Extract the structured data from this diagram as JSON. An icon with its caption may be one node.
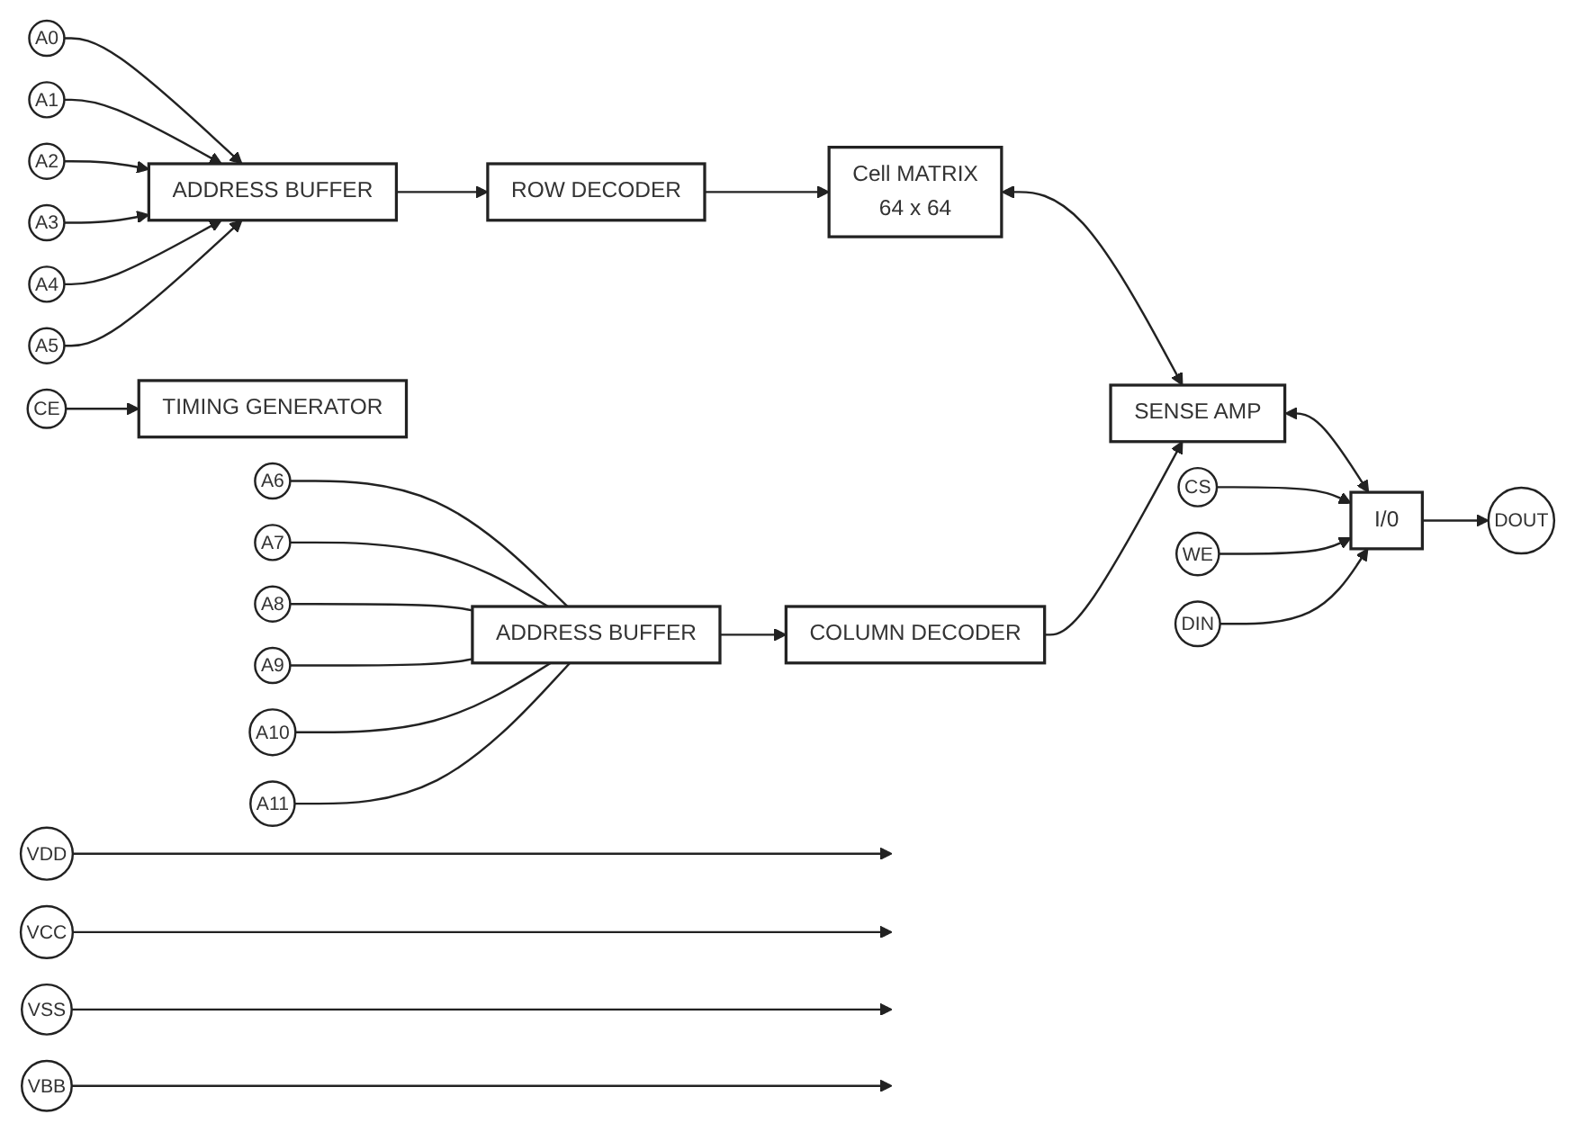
{
  "diagram": {
    "nodes": [
      {
        "text": [
          "A0"
        ]
      },
      {
        "text": [
          "A1"
        ]
      },
      {
        "text": [
          "A2"
        ]
      },
      {
        "text": [
          "A3"
        ]
      },
      {
        "text": [
          "A4"
        ]
      },
      {
        "text": [
          "A5"
        ]
      },
      {
        "text": [
          "ADDRESS BUFFER"
        ]
      },
      {
        "text": [
          "ROW DECODER"
        ]
      },
      {
        "text": [
          "Cell MATRIX",
          "64 x 64"
        ]
      },
      {
        "text": [
          "VDD"
        ]
      },
      {
        "text": [
          "VCC"
        ]
      },
      {
        "text": [
          "VSS"
        ]
      },
      {
        "text": [
          "VBB"
        ]
      },
      {
        "text": [
          "TIMING GENERATOR"
        ]
      },
      {
        "text": [
          "SENSE AMP"
        ]
      },
      {
        "text": [
          "I/0"
        ]
      },
      {
        "text": [
          "CS"
        ]
      },
      {
        "text": [
          "WE"
        ]
      },
      {
        "text": [
          "CE"
        ]
      },
      {
        "text": [
          "COLUMN DECODER"
        ]
      },
      {
        "text": [
          "DIN"
        ]
      },
      {
        "text": [
          "DOUT"
        ]
      },
      {
        "text": [
          "ADDRESS BUFFER"
        ]
      },
      {
        "text": [
          "A6"
        ]
      },
      {
        "text": [
          "A7"
        ]
      },
      {
        "text": [
          "A8"
        ]
      },
      {
        "text": [
          "A9"
        ]
      },
      {
        "text": [
          "A10"
        ]
      },
      {
        "text": [
          "A11"
        ]
      }
    ],
    "edges": [
      {
        "from": 0,
        "to": 6,
        "arrow": "to"
      },
      {
        "from": 1,
        "to": 6,
        "arrow": "to"
      },
      {
        "from": 2,
        "to": 6,
        "arrow": "to"
      },
      {
        "from": 3,
        "to": 6,
        "arrow": "to"
      },
      {
        "from": 4,
        "to": 6,
        "arrow": "to"
      },
      {
        "from": 5,
        "to": 6,
        "arrow": "to"
      },
      {
        "from": 6,
        "to": 7,
        "arrow": "to"
      },
      {
        "from": 7,
        "to": 8,
        "arrow": "to"
      },
      {
        "from": 9,
        "to": null,
        "arrow": "to"
      },
      {
        "from": 10,
        "to": null,
        "arrow": "to"
      },
      {
        "from": 11,
        "to": null,
        "arrow": "to"
      },
      {
        "from": 12,
        "to": null,
        "arrow": "to"
      },
      {
        "from": 8,
        "to": 14,
        "arrow": "both"
      },
      {
        "from": 14,
        "to": 15,
        "arrow": "both"
      },
      {
        "from": 16,
        "to": 15,
        "arrow": "to"
      },
      {
        "from": 17,
        "to": 15,
        "arrow": "to"
      },
      {
        "from": 18,
        "to": 13,
        "arrow": "to"
      },
      {
        "from": 19,
        "to": 14,
        "arrow": "to"
      },
      {
        "from": 20,
        "to": 15,
        "arrow": "to"
      },
      {
        "from": 15,
        "to": 21,
        "arrow": "to"
      },
      {
        "from": 22,
        "to": 19,
        "arrow": "to"
      },
      {
        "from": 23,
        "to": 22,
        "arrow": "none"
      },
      {
        "from": 24,
        "to": 22,
        "arrow": "none"
      },
      {
        "from": 25,
        "to": 22,
        "arrow": "none"
      },
      {
        "from": 26,
        "to": 22,
        "arrow": "none"
      },
      {
        "from": 27,
        "to": 22,
        "arrow": "none"
      },
      {
        "from": 28,
        "to": 22,
        "arrow": "none"
      }
    ]
  }
}
